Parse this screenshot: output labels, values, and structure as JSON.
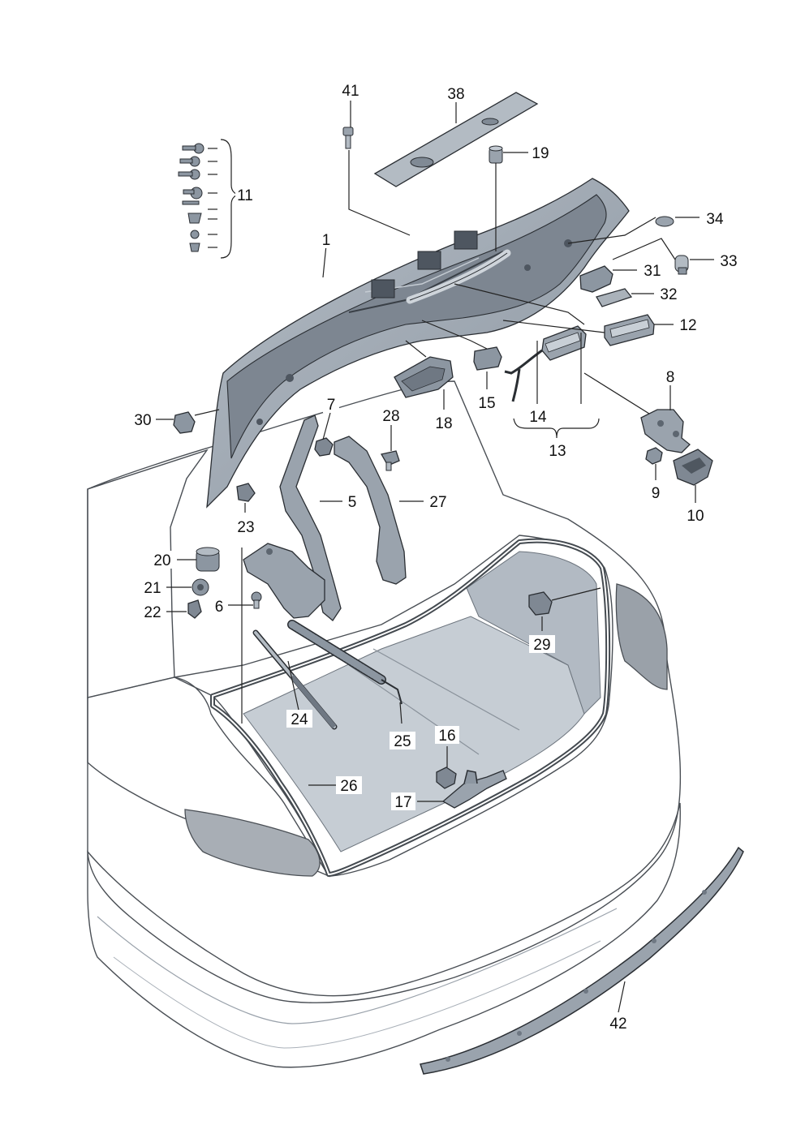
{
  "colors": {
    "body_light": "#dde2e8",
    "body_mid": "#c3cad2",
    "body_dark": "#8e98a3",
    "trunk_inner": "#b9c1ca",
    "lid_outer": "#aab3bd",
    "lid_inner": "#7f8893",
    "part_fill": "#9aa3ad",
    "part_dark": "#5d6670",
    "seal": "#444a50",
    "lamp": "#a8aeb5"
  },
  "callouts": [
    {
      "id": "c1",
      "text": "1"
    },
    {
      "id": "c5",
      "text": "5"
    },
    {
      "id": "c6",
      "text": "6"
    },
    {
      "id": "c7",
      "text": "7"
    },
    {
      "id": "c8",
      "text": "8"
    },
    {
      "id": "c9",
      "text": "9"
    },
    {
      "id": "c10",
      "text": "10"
    },
    {
      "id": "c11",
      "text": "11"
    },
    {
      "id": "c12",
      "text": "12"
    },
    {
      "id": "c13",
      "text": "13"
    },
    {
      "id": "c14",
      "text": "14"
    },
    {
      "id": "c15",
      "text": "15"
    },
    {
      "id": "c16",
      "text": "16"
    },
    {
      "id": "c17",
      "text": "17"
    },
    {
      "id": "c18",
      "text": "18"
    },
    {
      "id": "c19",
      "text": "19"
    },
    {
      "id": "c20",
      "text": "20"
    },
    {
      "id": "c21",
      "text": "21"
    },
    {
      "id": "c22",
      "text": "22"
    },
    {
      "id": "c23",
      "text": "23"
    },
    {
      "id": "c24",
      "text": "24"
    },
    {
      "id": "c25",
      "text": "25"
    },
    {
      "id": "c26",
      "text": "26"
    },
    {
      "id": "c27",
      "text": "27"
    },
    {
      "id": "c28",
      "text": "28"
    },
    {
      "id": "c29",
      "text": "29"
    },
    {
      "id": "c30",
      "text": "30"
    },
    {
      "id": "c31",
      "text": "31"
    },
    {
      "id": "c32",
      "text": "32"
    },
    {
      "id": "c33",
      "text": "33"
    },
    {
      "id": "c34",
      "text": "34"
    },
    {
      "id": "c38",
      "text": "38"
    },
    {
      "id": "c41",
      "text": "41"
    },
    {
      "id": "c42",
      "text": "42"
    }
  ]
}
